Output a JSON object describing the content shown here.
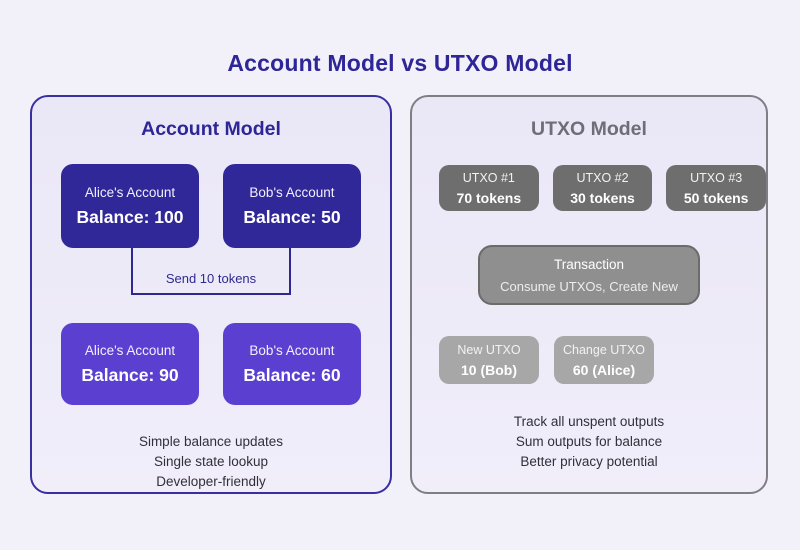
{
  "title": "Account Model vs UTXO Model",
  "colors": {
    "page_background": "#f2f1f9",
    "panel_background": "#ece9f8",
    "indigo_dark": "#302899",
    "purple_light": "#5b3fd0",
    "indigo_accent": "#2e2597",
    "gray_dark": "#6e6e6e",
    "gray_medium": "#8f8f8f",
    "gray_light": "#a7a7a7"
  },
  "account_panel": {
    "title": "Account Model",
    "before": [
      {
        "label": "Alice's Account",
        "balance": "Balance: 100"
      },
      {
        "label": "Bob's Account",
        "balance": "Balance: 50"
      }
    ],
    "transfer_label": "Send 10 tokens",
    "after": [
      {
        "label": "Alice's Account",
        "balance": "Balance: 90"
      },
      {
        "label": "Bob's Account",
        "balance": "Balance: 60"
      }
    ],
    "features": [
      "Simple balance updates",
      "Single state lookup",
      "Developer-friendly"
    ]
  },
  "utxo_panel": {
    "title": "UTXO Model",
    "inputs": [
      {
        "label": "UTXO #1",
        "value": "70 tokens"
      },
      {
        "label": "UTXO #2",
        "value": "30 tokens"
      },
      {
        "label": "UTXO #3",
        "value": "50 tokens"
      }
    ],
    "transaction": {
      "title": "Transaction",
      "subtitle": "Consume UTXOs, Create New"
    },
    "outputs": [
      {
        "label": "New UTXO",
        "value": "10 (Bob)"
      },
      {
        "label": "Change UTXO",
        "value": "60 (Alice)"
      }
    ],
    "features": [
      "Track all unspent outputs",
      "Sum outputs for balance",
      "Better privacy potential"
    ]
  }
}
